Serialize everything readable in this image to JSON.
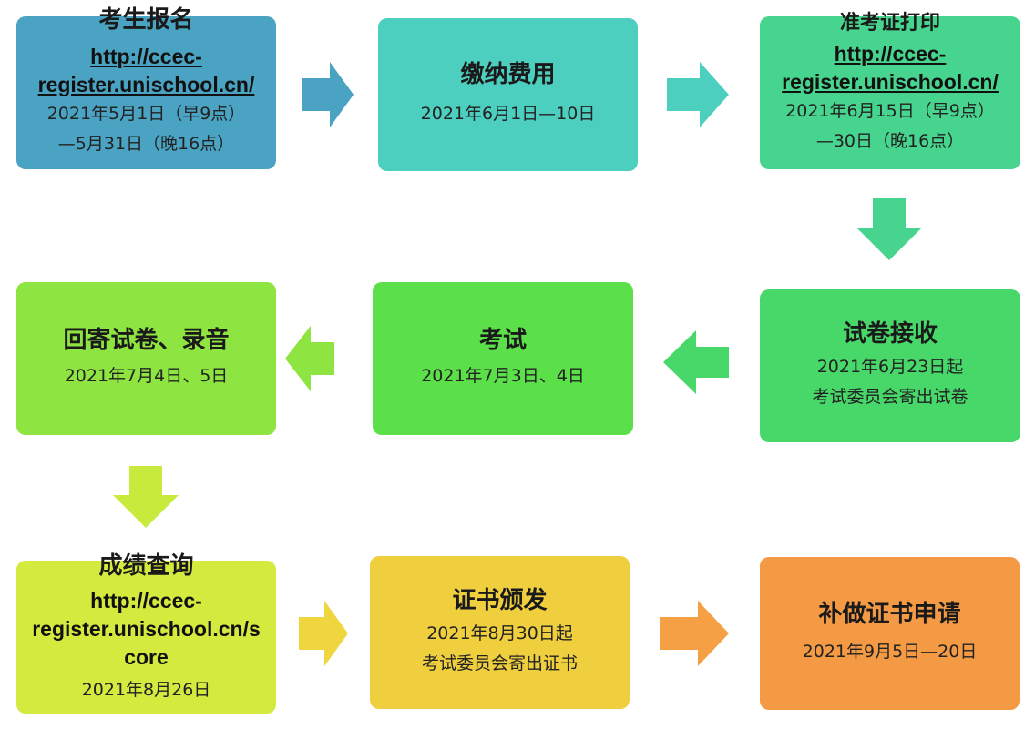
{
  "steps": [
    {
      "title": "考生报名",
      "link": "http://ccec-register.unischool.cn/",
      "link_lines": [
        "http://ccec-",
        "register.unischool.cn/"
      ],
      "lines": [
        "2021年5月1日（早9点）",
        "—5月31日（晚16点）"
      ],
      "color": "#4aa3c2"
    },
    {
      "title": "缴纳费用",
      "lines": [
        "2021年6月1日—10日"
      ],
      "color": "#4dcfbf"
    },
    {
      "title": "准考证打印",
      "link": "http://ccec-register.unischool.cn/",
      "link_lines": [
        "http://ccec-",
        "register.unischool.cn/"
      ],
      "lines": [
        "2021年6月15日（早9点）",
        "—30日（晚16点）"
      ],
      "color": "#46d48e"
    },
    {
      "title": "试卷接收",
      "lines": [
        "2021年6月23日起",
        "考试委员会寄出试卷"
      ],
      "color": "#48d86a"
    },
    {
      "title": "考试",
      "lines": [
        "2021年7月3日、4日"
      ],
      "color": "#5ce04a"
    },
    {
      "title": "回寄试卷、录音",
      "lines": [
        "2021年7月4日、5日"
      ],
      "color": "#8ee440"
    },
    {
      "title": "成绩查询",
      "link": "http://ccec-register.unischool.cn/score",
      "link_lines": [
        "http://ccec-",
        "register.unischool.cn/s",
        "core"
      ],
      "lines": [
        "2021年8月26日"
      ],
      "color": "#d4ea3e"
    },
    {
      "title": "证书颁发",
      "lines": [
        "2021年8月30日起",
        "考试委员会寄出证书"
      ],
      "color": "#f0cf3e"
    },
    {
      "title": "补做证书申请",
      "lines": [
        "2021年9月5日—20日"
      ],
      "color": "#f59a44"
    }
  ],
  "arrows": [
    {
      "from": 1,
      "to": 2,
      "color": "#4aa3c2"
    },
    {
      "from": 2,
      "to": 3,
      "color": "#4dcfbf"
    },
    {
      "from": 3,
      "to": 4,
      "color": "#46d48e"
    },
    {
      "from": 4,
      "to": 5,
      "color": "#48d86a"
    },
    {
      "from": 5,
      "to": 6,
      "color": "#8ee440"
    },
    {
      "from": 6,
      "to": 7,
      "color": "#c8ea3c"
    },
    {
      "from": 7,
      "to": 8,
      "color": "#f0d63e"
    },
    {
      "from": 8,
      "to": 9,
      "color": "#f5a044"
    }
  ]
}
